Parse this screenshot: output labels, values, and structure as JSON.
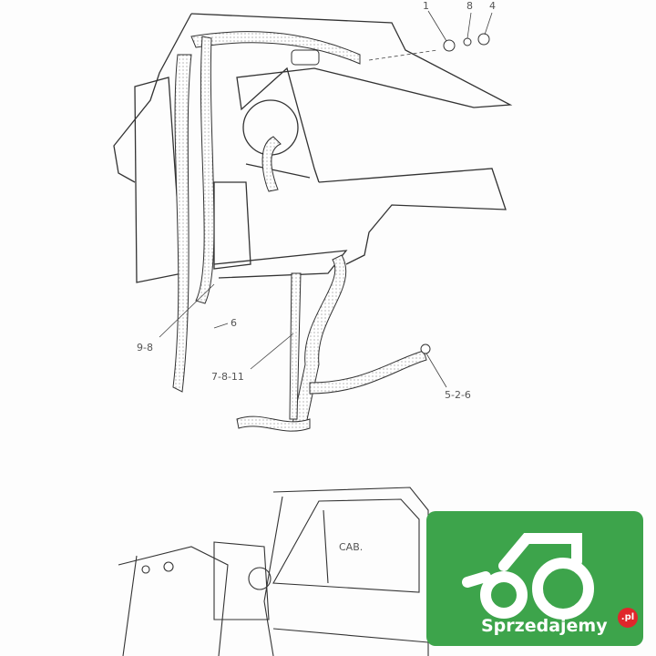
{
  "labels": {
    "part_1": "1",
    "part_8": "8",
    "part_4": "4",
    "part_6": "6",
    "part_9_8": "9-8",
    "part_7_8_11": "7-8-11",
    "part_5_2_6": "5-2-6",
    "cab": "CAB."
  },
  "watermark": {
    "brand": "Sprzedajemy",
    "tld": ".pl",
    "color": "#3da44b",
    "dot_color": "#e0262b"
  }
}
